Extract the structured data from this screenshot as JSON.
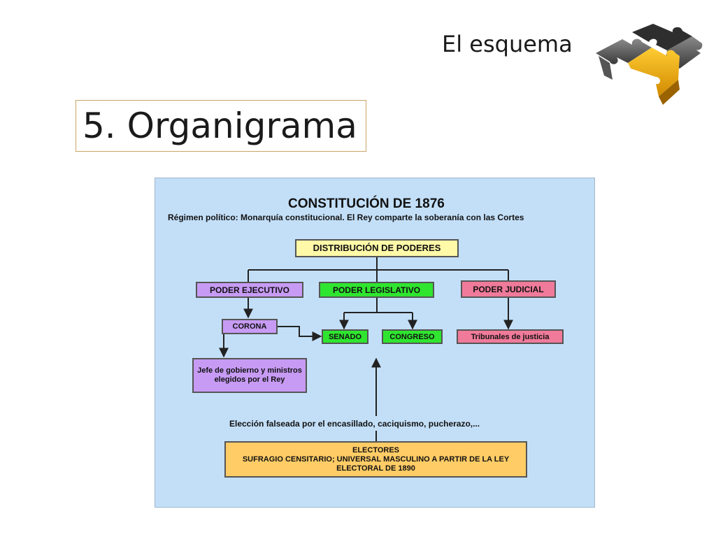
{
  "header": {
    "title": "El esquema",
    "logo_icon": "puzzle-icon"
  },
  "section": {
    "title": "5. Organigrama"
  },
  "diagram": {
    "title": "CONSTITUCIÓN DE 1876",
    "subtitle": "Régimen político: Monarquía constitucional. El Rey comparte la soberanía con las Cortes",
    "nodes": {
      "distribucion": "DISTRIBUCIÓN DE PODERES",
      "ejecutivo": "PODER EJECUTIVO",
      "legislativo": "PODER LEGISLATIVO",
      "judicial": "PODER JUDICIAL",
      "corona": "CORONA",
      "senado": "SENADO",
      "congreso": "CONGRESO",
      "tribunales": "Tribunales de justicia",
      "gobierno": "Jefe de gobierno y ministros elegidos por el Rey",
      "electores_title": "ELECTORES",
      "electores_desc": "SUFRAGIO CENSITARIO; UNIVERSAL MASCULINO A PARTIR DE LA LEY ELECTORAL DE 1890"
    },
    "eleccion_note": "Elección falseada por el encasillado, caciquismo, pucherazo,...",
    "colors": {
      "background": "#c3dff8",
      "distribucion": "#fff9a8",
      "ejecutivo": "#c79bf4",
      "legislativo": "#2fe52f",
      "judicial": "#f07a9a",
      "electores": "#ffcc66"
    }
  }
}
